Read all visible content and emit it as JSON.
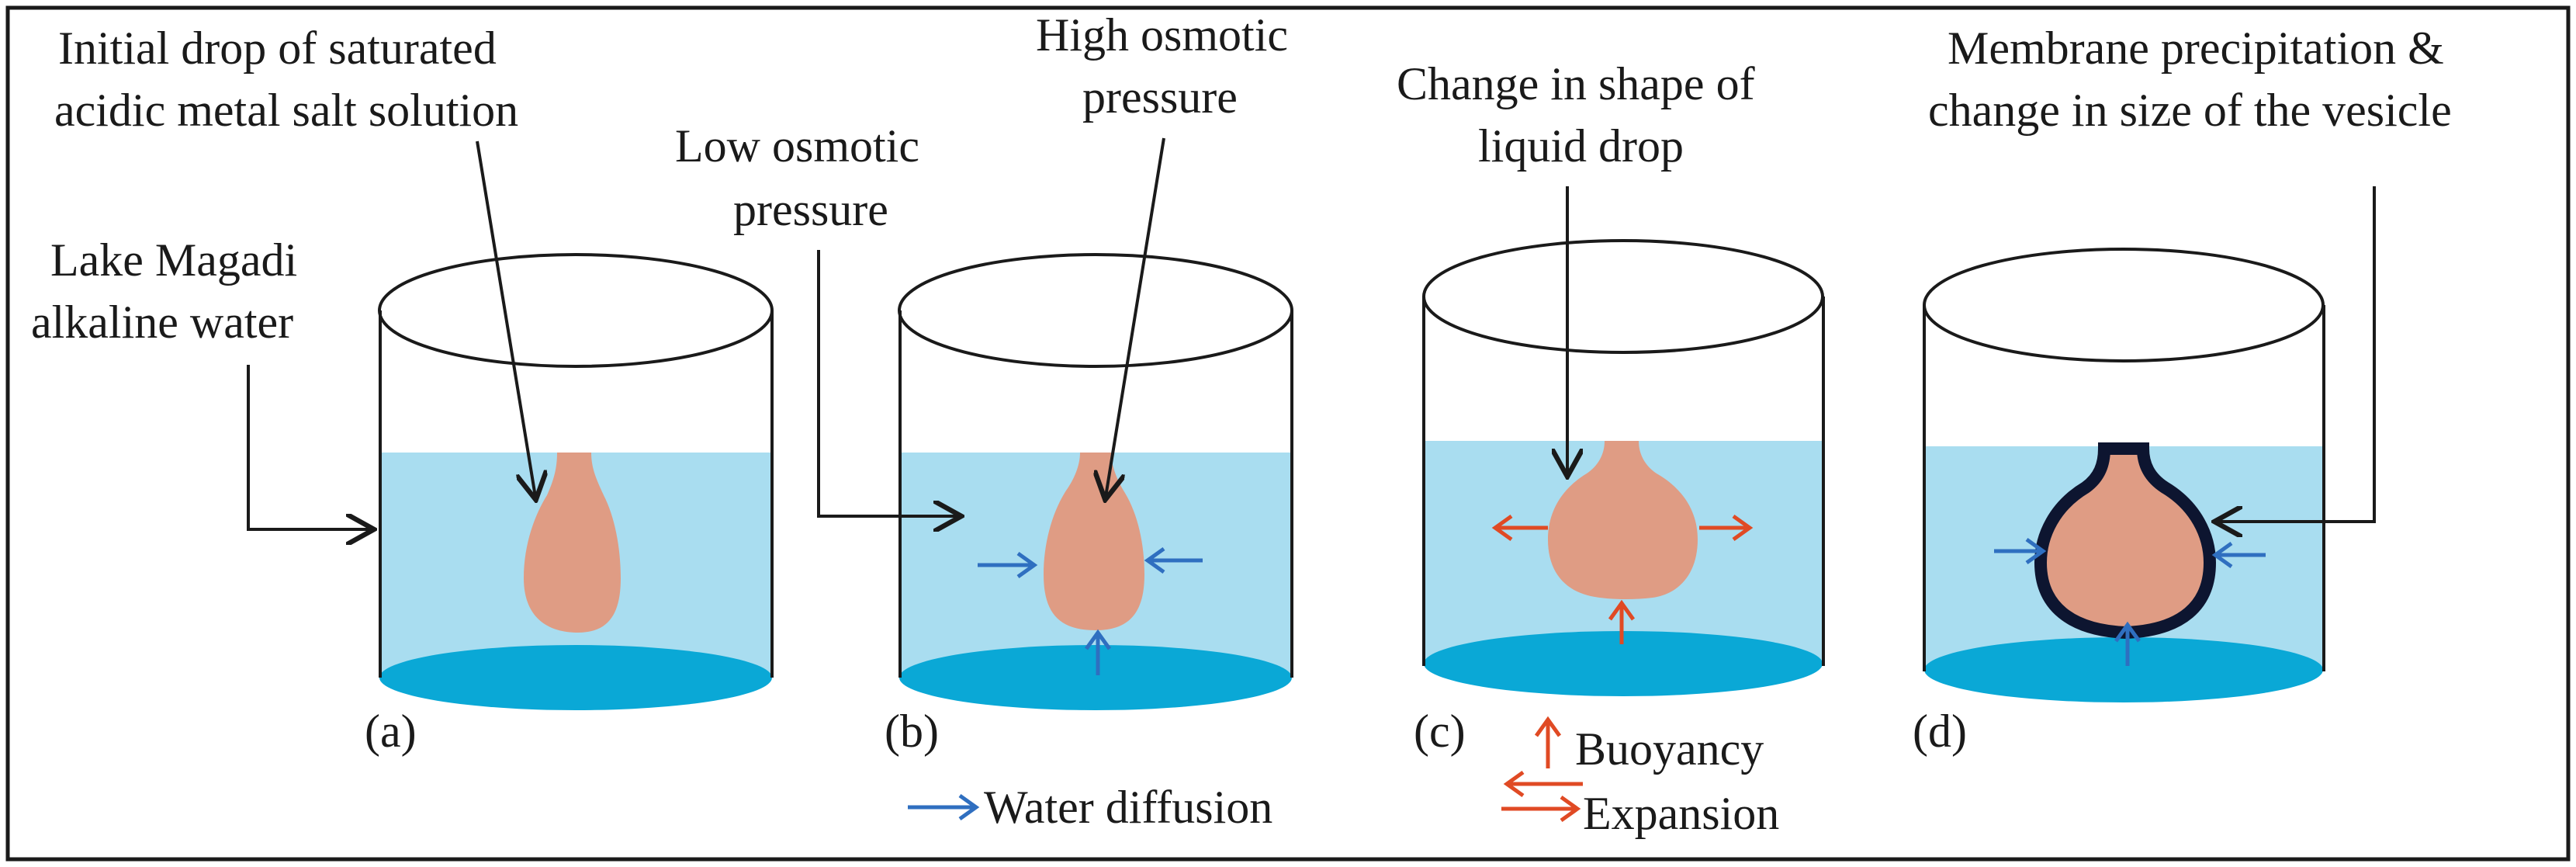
{
  "colors": {
    "water": "#a9ddf0",
    "base": "#0aa8d6",
    "drop": "#df9c84",
    "membrane": "#0d1530",
    "diffusion_arrow": "#2f6fc0",
    "buoyancy_arrow": "#e04a24",
    "outline": "#1a1a1a"
  },
  "labels": {
    "initial_drop_1": "Initial drop of saturated",
    "initial_drop_2": "acidic metal salt solution",
    "lake_1": "Lake Magadi",
    "lake_2": "alkaline water",
    "low_osm_1": "Low osmotic",
    "low_osm_2": "pressure",
    "high_osm_1": "High osmotic",
    "high_osm_2": "pressure",
    "shape_1": "Change in shape of",
    "shape_2": "liquid drop",
    "membrane_1": "Membrane precipitation &",
    "membrane_2": "change in size of the vesicle"
  },
  "panels": {
    "a": "(a)",
    "b": "(b)",
    "c": "(c)",
    "d": "(d)"
  },
  "legend": {
    "water_diffusion": "Water diffusion",
    "buoyancy": "Buoyancy",
    "expansion": "Expansion"
  }
}
